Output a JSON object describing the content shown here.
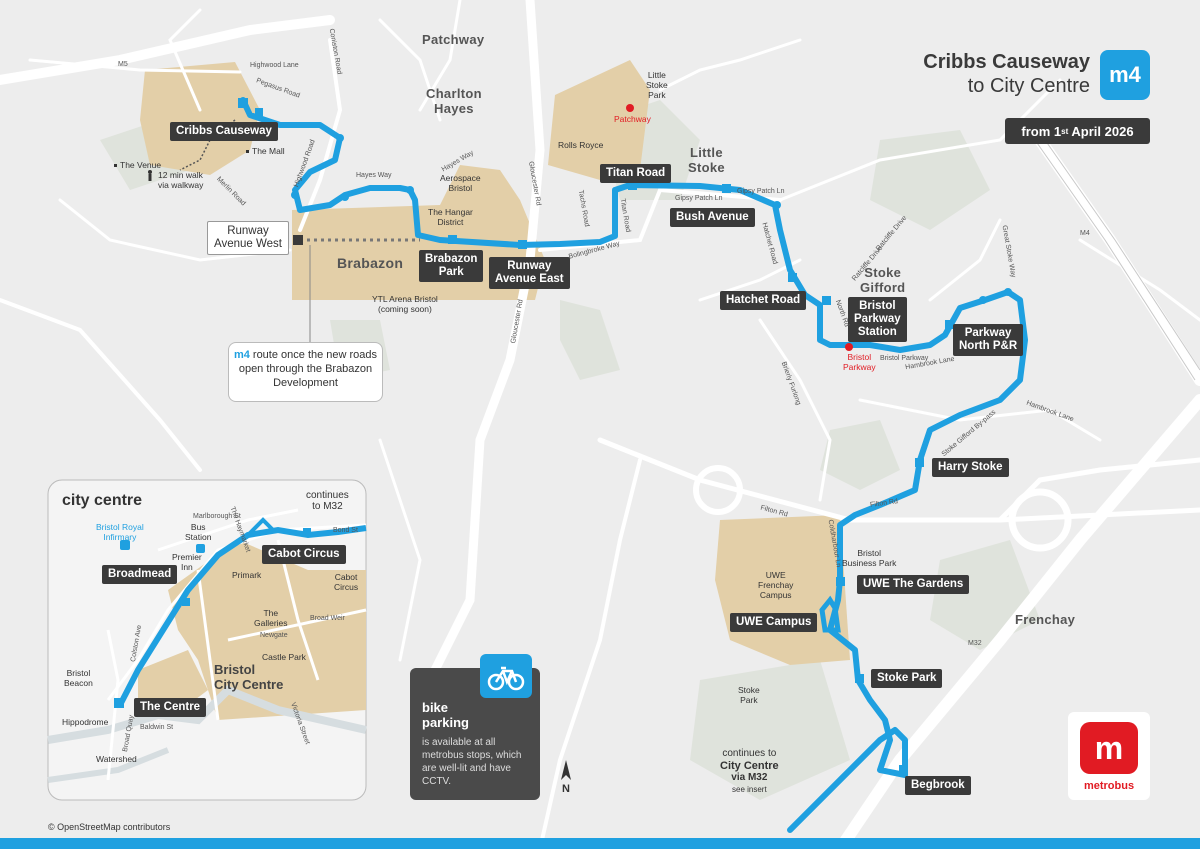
{
  "title": {
    "line1": "Cribbs Causeway",
    "line2": "to City Centre",
    "badge": "m4",
    "date_prefix": "from 1",
    "date_sup": "st",
    "date_suffix": " April 2026"
  },
  "colors": {
    "route": "#1fa0e0",
    "development": "#e3cfa8",
    "green": "#dfe4da",
    "background": "#ededed",
    "stop_label": "#3a3a3a",
    "metrobus_red": "#e11b23"
  },
  "areas": {
    "patchway": "Patchway",
    "charlton_hayes": "Charlton\nHayes",
    "little_stoke": "Little\nStoke",
    "stoke_gifford": "Stoke\nGifford",
    "brabazon": "Brabazon",
    "frenchay": "Frenchay"
  },
  "stops": {
    "cribbs_causeway": "Cribbs Causeway",
    "runway_avenue_west": "Runway\nAvenue West",
    "brabazon_park": "Brabazon\nPark",
    "runway_avenue_east": "Runway\nAvenue East",
    "titan_road": "Titan Road",
    "bush_avenue": "Bush Avenue",
    "hatchet_road": "Hatchet Road",
    "bristol_parkway_station": "Bristol\nParkway\nStation",
    "parkway_north_pr": "Parkway\nNorth P&R",
    "harry_stoke": "Harry Stoke",
    "uwe_the_gardens": "UWE The Gardens",
    "uwe_campus": "UWE Campus",
    "stoke_park": "Stoke Park",
    "begbrook": "Begbrook"
  },
  "pois": {
    "the_mall": "The Mall",
    "the_venue": "The Venue",
    "walk_time": "12 min walk",
    "walk_via": "via walkway",
    "aerospace_bristol": "Aerospace\nBristol",
    "the_hangar_district": "The Hangar\nDistrict",
    "ytl_arena": "YTL Arena Bristol\n(coming soon)",
    "rolls_royce": "Rolls Royce",
    "little_stoke_park": "Little\nStoke\nPark",
    "patchway_station": "Patchway",
    "bristol_parkway": "Bristol\nParkway",
    "bristol_business_park": "Bristol\nBusiness Park",
    "uwe_frenchay_campus": "UWE\nFrenchay\nCampus",
    "stoke_park_green": "Stoke\nPark"
  },
  "roads": {
    "highwood_lane": "Highwood Lane",
    "pegasus_road": "Pegasus Road",
    "coniston_road": "Coniston Road",
    "highwood_road": "Highwood Road",
    "merlin_road": "Merlin Road",
    "hayes_way": "Hayes Way",
    "hayes_way2": "Hayes Way",
    "m5": "M5",
    "gloucester_rd": "Gloucester Rd",
    "gloucester_rd2": "Gloucester Rd",
    "bolingbroke_way": "Bolingbroke Way",
    "tachs_road": "Tachs Road",
    "titan_road": "Titan Road",
    "gipsy_patch_ln": "Gipsy Patch Ln",
    "gipsy_patch_ln2": "Gipsy Patch Ln",
    "hatchet_road": "Hatchet Road",
    "north_rd": "North Rd",
    "brierly_furlong": "Brierly Furlong",
    "bristol_parkway_rd": "Bristol Parkway",
    "hambrook_lane": "Hambrook Lane",
    "hambrook_lane2": "Hambrook Lane",
    "great_stoke_way": "Great Stoke Way",
    "m4": "M4",
    "stoke_gifford_bypass": "Stoke Gifford By-pass",
    "filton_rd": "Filton Rd",
    "filton_rd2": "Filton Rd",
    "coldharbour_ln": "Coldharbour Ln",
    "m32": "M32",
    "baileys_drive": "Ratcliffe Drive",
    "baileys_drive2": "Ratcliffe Drive"
  },
  "note": {
    "prefix": "m4",
    "text": " route once the new roads open through the Brabazon Development"
  },
  "inset": {
    "title": "city centre",
    "continues": "continues\nto M32",
    "cabot_circus": "Cabot Circus",
    "broadmead": "Broadmead",
    "the_centre": "The Centre",
    "bristol_city_centre": "Bristol\nCity Centre",
    "bristol_royal_infirmary": "Bristol Royal\nInfirmary",
    "bus_station": "Bus\nStation",
    "premier_inn": "Premier\nInn",
    "primark": "Primark",
    "the_galleries": "The\nGalleries",
    "cabot_circus_poi": "Cabot\nCircus",
    "castle_park": "Castle Park",
    "bristol_beacon": "Bristol\nBeacon",
    "hippodrome": "Hippodrome",
    "watershed": "Watershed",
    "marlborough_st": "Marlborough St",
    "bond_st": "Bond St",
    "broad_weir": "Broad Weir",
    "newgate": "Newgate",
    "the_haymarket": "The Haymarket",
    "colston_ave": "Colston Ave",
    "baldwin_st": "Baldwin St",
    "broad_quay": "Broad Quay",
    "victoria_st": "Victoria Street"
  },
  "bike": {
    "title": "bike\nparking",
    "body": "is available at all metrobus stops, which are well-lit and have CCTV."
  },
  "continues": {
    "line1": "continues to",
    "line2": "City Centre",
    "line3": "via M32",
    "line4": "see insert"
  },
  "north": "N",
  "logo": {
    "m": "m",
    "name": "metrobus"
  },
  "attribution": "© OpenStreetMap contributors"
}
